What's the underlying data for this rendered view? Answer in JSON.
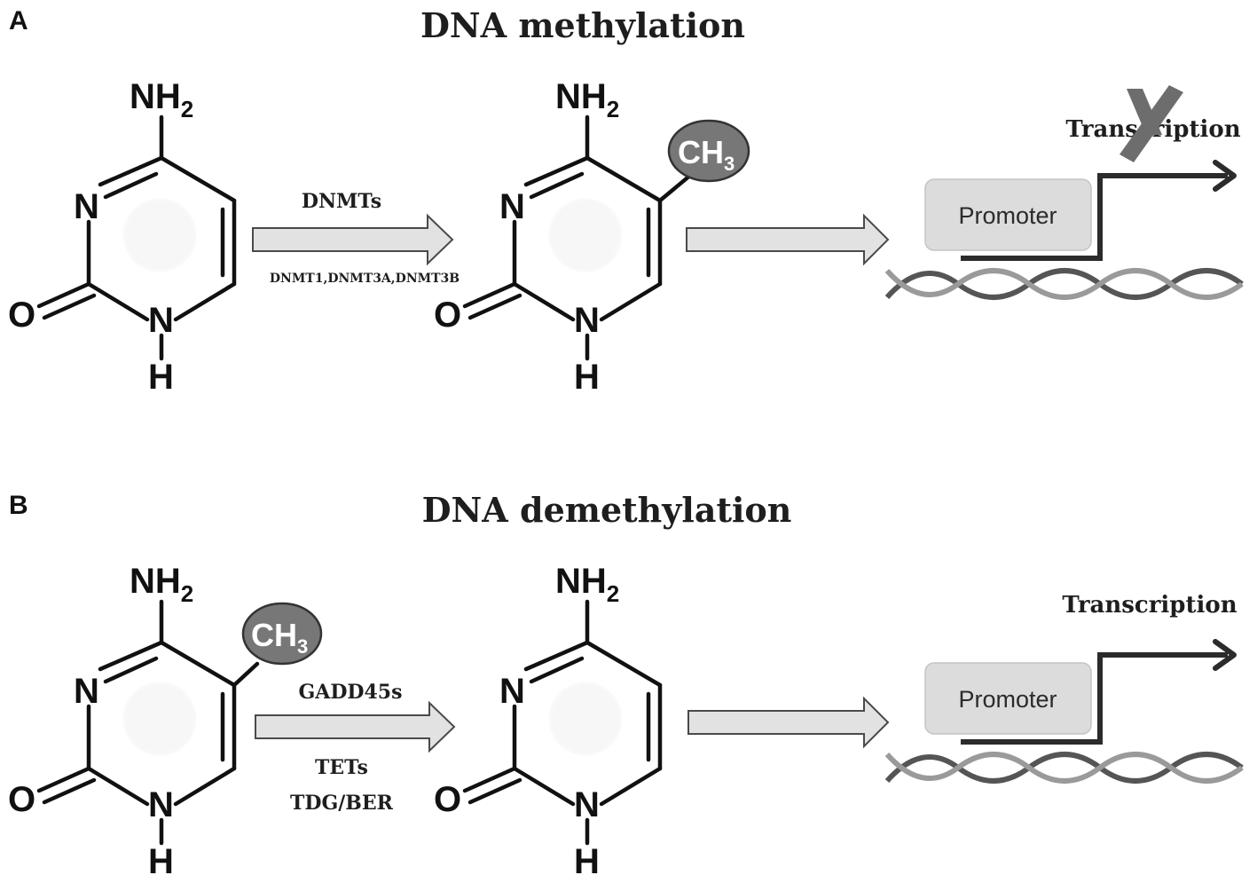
{
  "panel_a": {
    "letter": "A",
    "title": "DNA methylation",
    "enzyme_label": "DNMTs",
    "enzyme_sublabel": "DNMT1,DNMT3A,DNMT3B",
    "promoter_label": "Promoter",
    "transcription_label": "Transcription",
    "transcription_blocked": true,
    "blocked_mark_icon": "cross-icon"
  },
  "panel_b": {
    "letter": "B",
    "title": "DNA demethylation",
    "enzyme_label": "GADD45s",
    "enzyme_label_2": "TETs",
    "enzyme_label_3": "TDG/BER",
    "promoter_label": "Promoter",
    "transcription_label": "Transcription",
    "transcription_blocked": false
  },
  "atoms": {
    "amine": "NH",
    "amine_sub": "2",
    "ring_n": "N",
    "ring_nh": "N",
    "hydrogen": "H",
    "oxygen": "O",
    "methyl": "CH",
    "methyl_sub": "3"
  },
  "colors": {
    "methyl_fill": "#777777",
    "arrow_fill": "#e2e2e2",
    "promoter_fill": "#dcdcdc",
    "dna_dark": "#555555",
    "dna_light": "#9a9a9a",
    "blocked_mark": "#6d6d6d"
  }
}
